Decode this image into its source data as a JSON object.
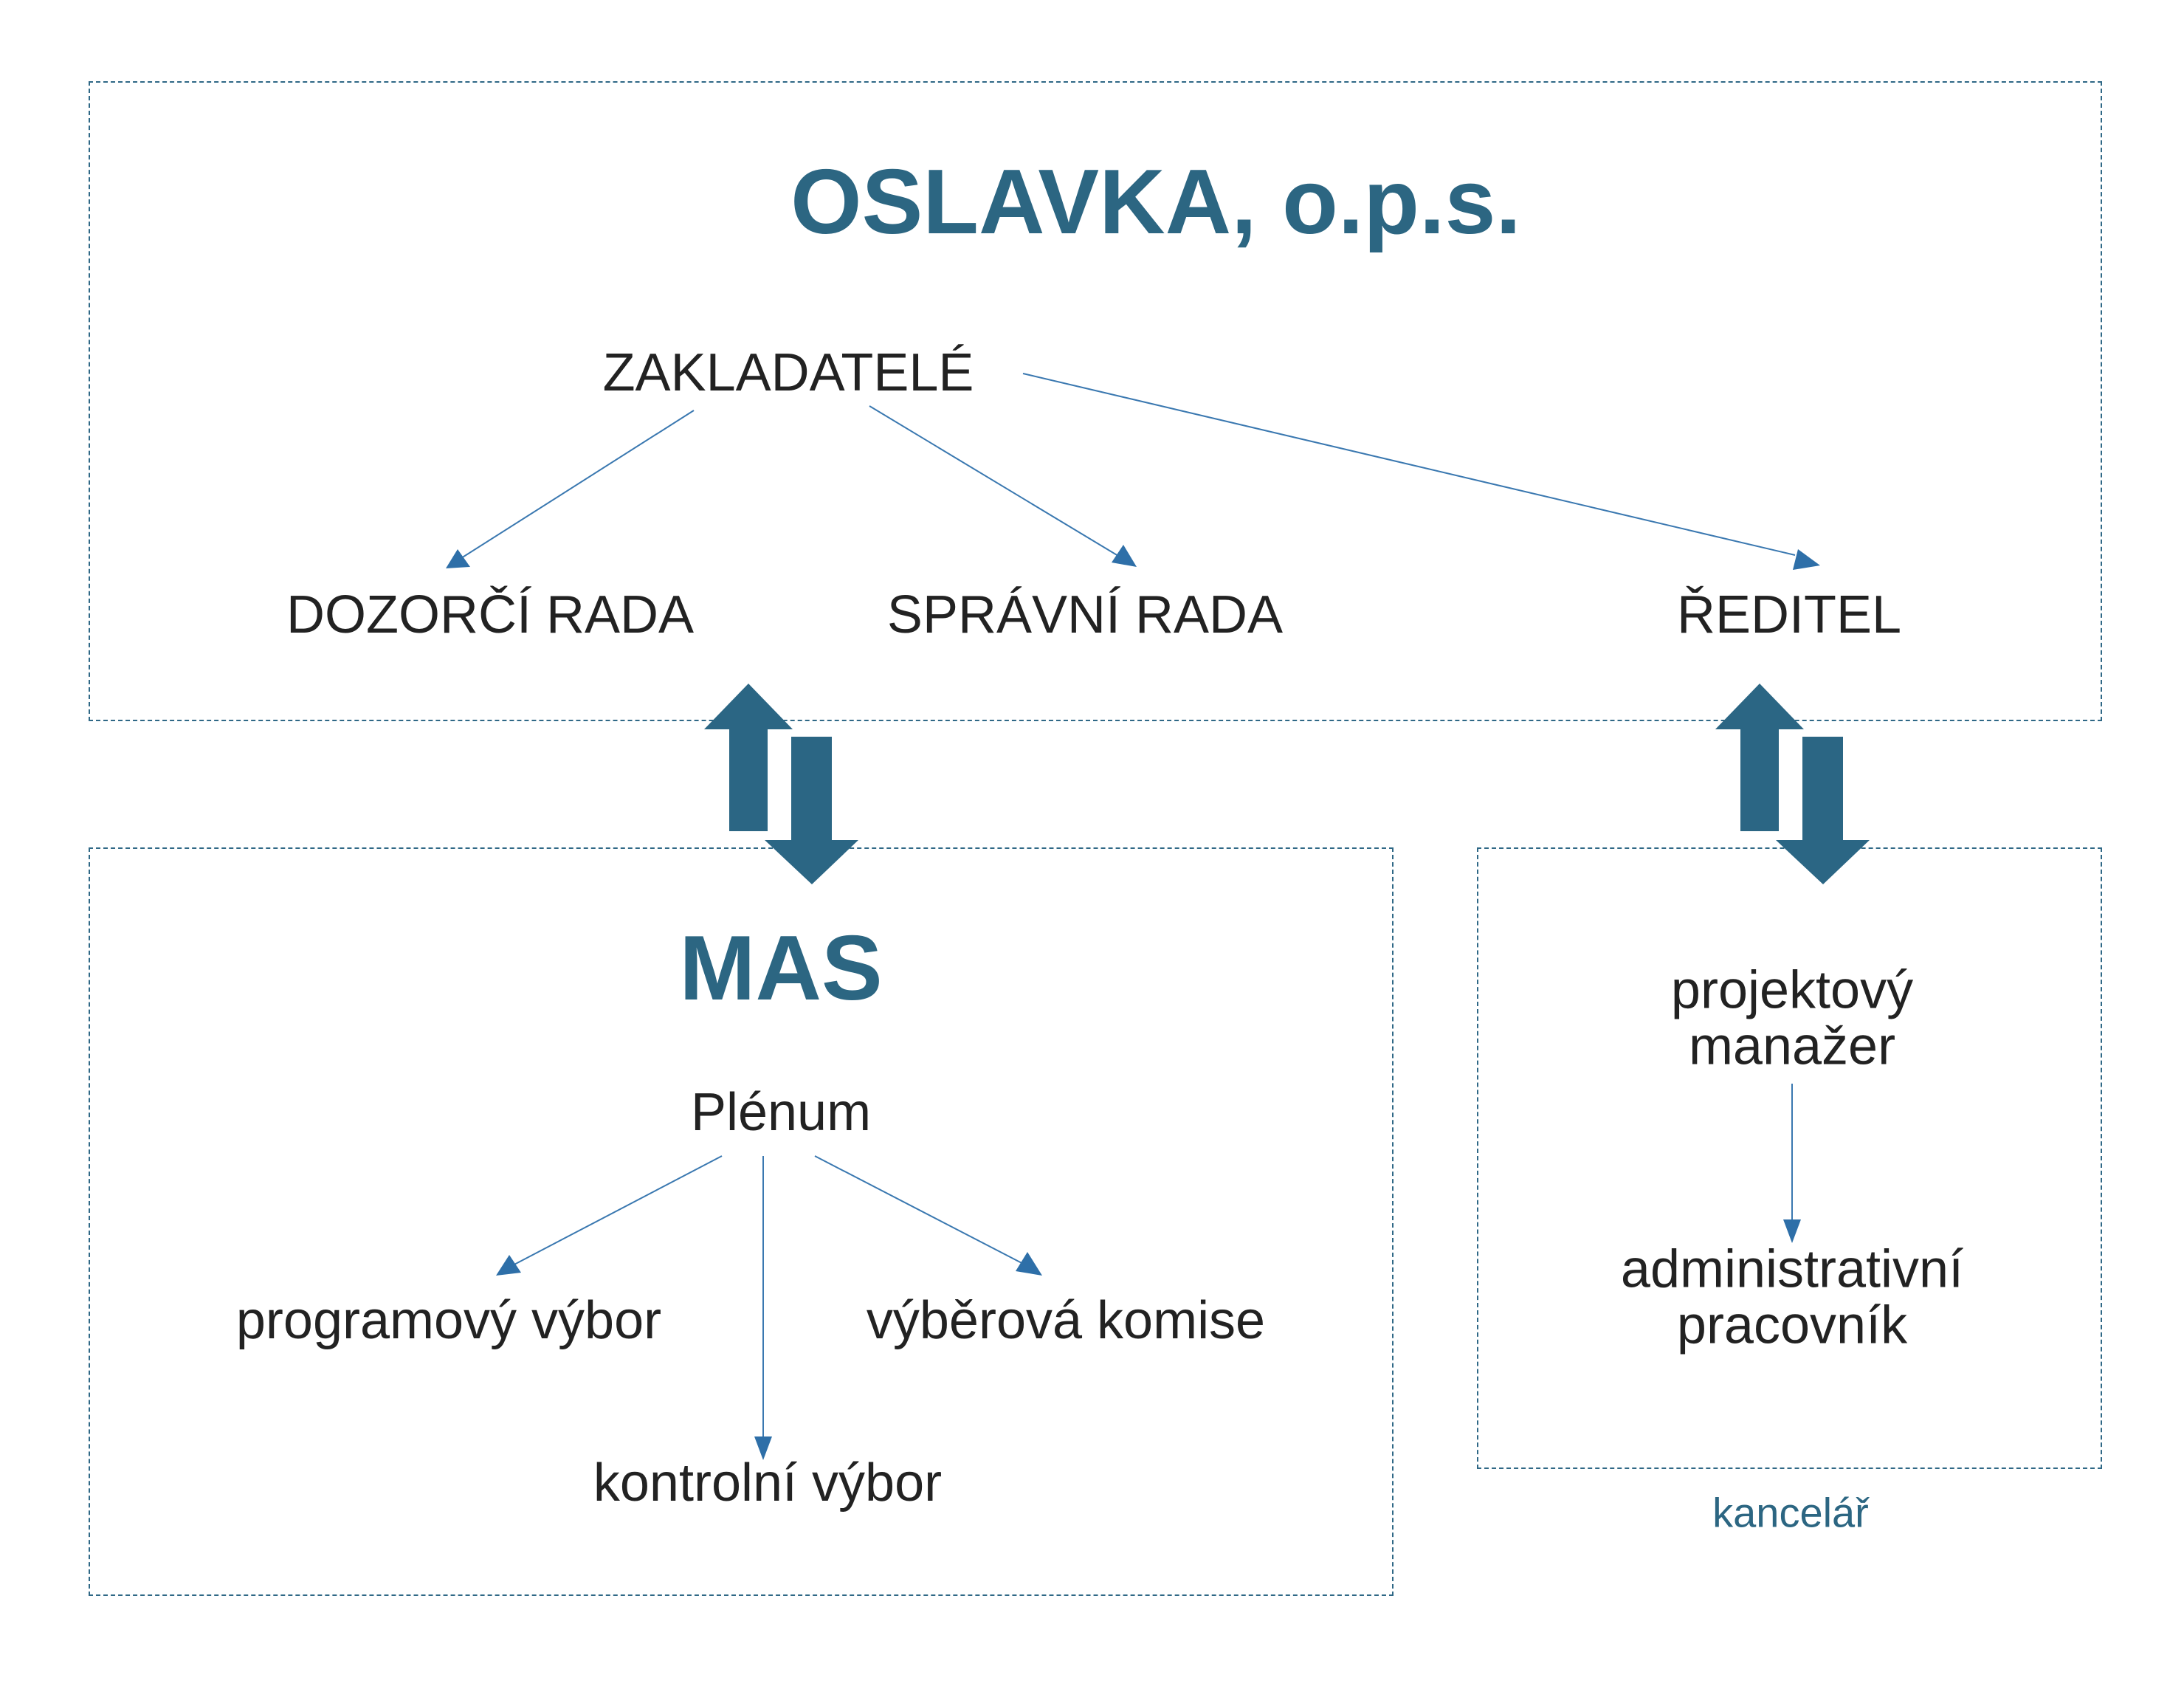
{
  "organization": {
    "title": "OSLAVKA, o.p.s.",
    "founders": "ZAKLADATELÉ",
    "supervisory_board": "DOZORČÍ RADA",
    "board_of_directors": "SPRÁVNÍ RADA",
    "director": "ŘEDITEL"
  },
  "mas": {
    "title": "MAS",
    "plenum": "Plénum",
    "program_committee": "programový výbor",
    "selection_committee": "výběrová komise",
    "control_committee": "kontrolní výbor"
  },
  "office": {
    "project_manager_line1": "projektový",
    "project_manager_line2": "manažer",
    "admin_worker_line1": "administrativní",
    "admin_worker_line2": "pracovník",
    "caption": "kancelář"
  },
  "colors": {
    "accent": "#2c6682",
    "connector": "#3a78b0",
    "border": "#2f6886",
    "text": "#222222"
  }
}
